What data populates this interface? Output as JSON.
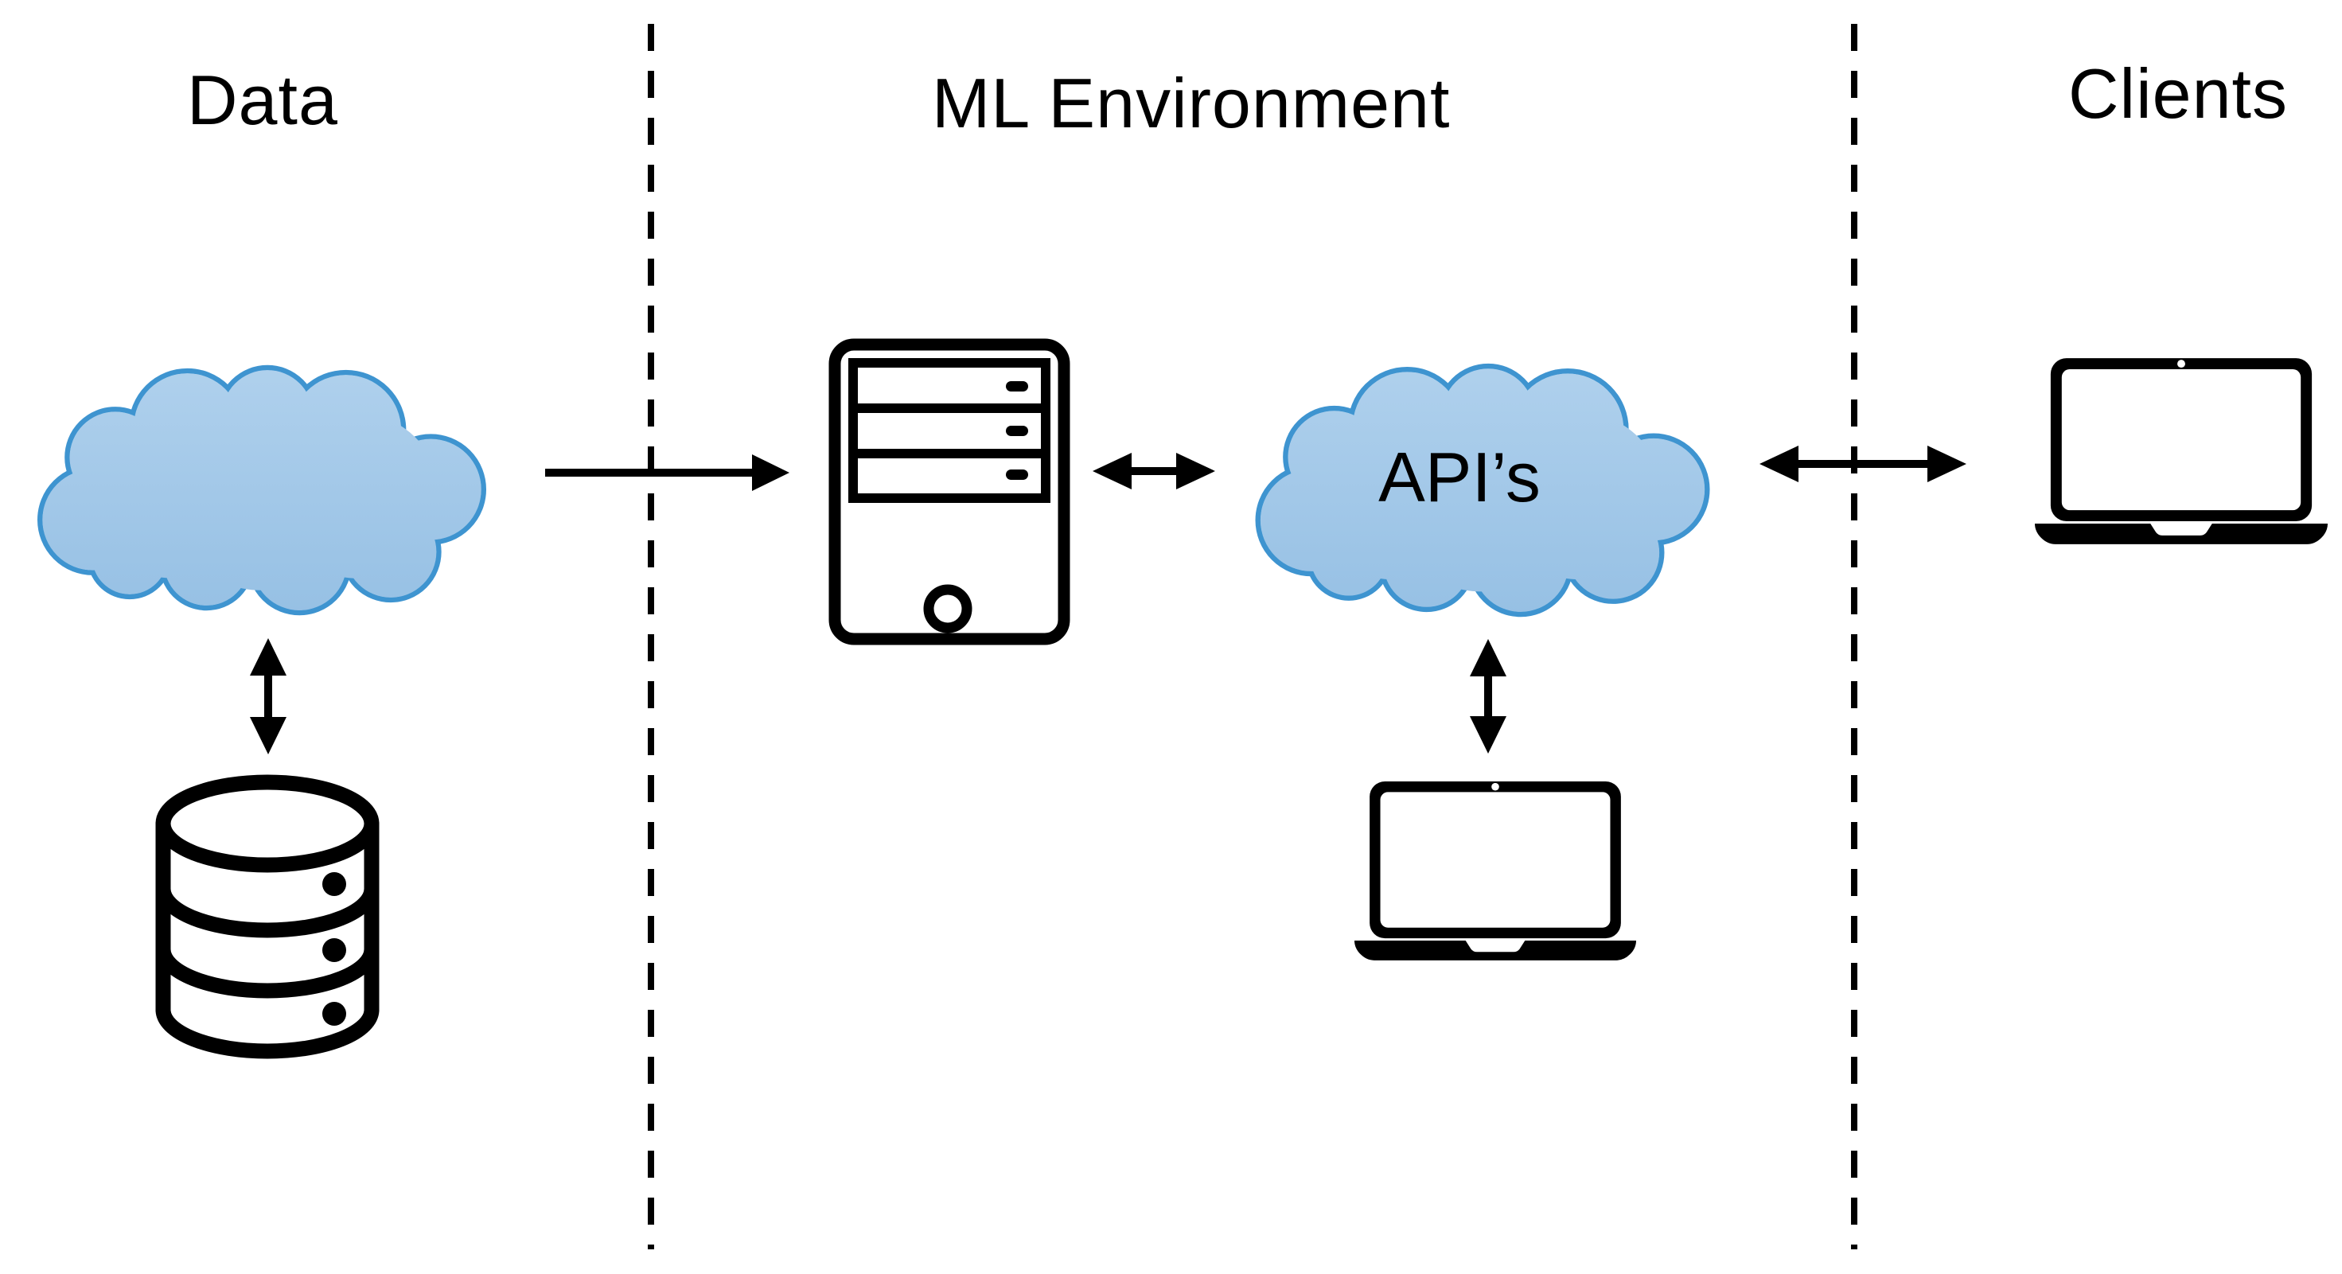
{
  "colors": {
    "background": "#ffffff",
    "cloud_fill_top": "#b0d1ed",
    "cloud_fill_bottom": "#96c0e4",
    "cloud_stroke": "#3e94d0",
    "line_color": "#000000",
    "icon_fill": "#ffffff"
  },
  "sections": [
    {
      "id": "data",
      "label": "Data"
    },
    {
      "id": "ml-environment",
      "label": "ML Environment"
    },
    {
      "id": "clients",
      "label": "Clients"
    }
  ],
  "nodes": {
    "data_cloud": {
      "icon": "cloud-icon",
      "label": ""
    },
    "database": {
      "icon": "database-icon",
      "label": ""
    },
    "ml_server": {
      "icon": "server-icon",
      "label": ""
    },
    "api_cloud": {
      "icon": "cloud-icon",
      "label": "API’s"
    },
    "ml_laptop": {
      "icon": "laptop-icon",
      "label": ""
    },
    "client_laptop": {
      "icon": "laptop-icon",
      "label": ""
    }
  },
  "edges": [
    {
      "from": "data_cloud",
      "to": "ml_server",
      "direction": "one-way",
      "style": "arrow-right"
    },
    {
      "from": "data_cloud",
      "to": "database",
      "direction": "two-way",
      "style": "double-arrow-vertical"
    },
    {
      "from": "ml_server",
      "to": "api_cloud",
      "direction": "two-way",
      "style": "double-arrow-horizontal"
    },
    {
      "from": "api_cloud",
      "to": "ml_laptop",
      "direction": "two-way",
      "style": "double-arrow-vertical"
    },
    {
      "from": "api_cloud",
      "to": "client_laptop",
      "direction": "two-way",
      "style": "double-arrow-horizontal"
    }
  ],
  "dividers": {
    "count": 2,
    "style": "vertical-dashed"
  }
}
